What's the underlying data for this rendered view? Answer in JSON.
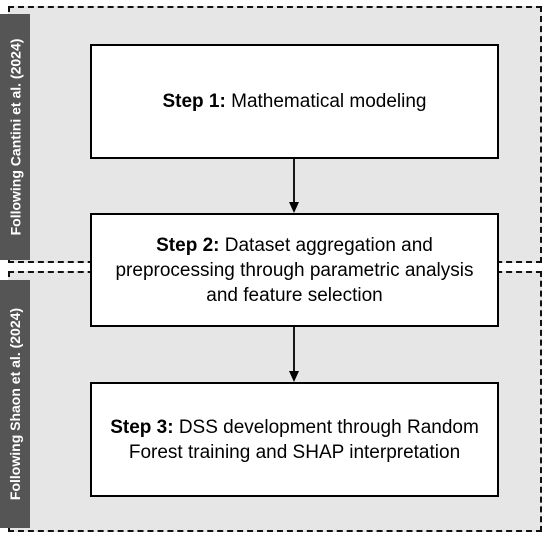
{
  "groups": {
    "top_label": "Following Cantini et al. (2024)",
    "bottom_label": "Following Shaon et al. (2024)"
  },
  "steps": [
    {
      "title": "Step 1:",
      "text": "Mathematical modeling"
    },
    {
      "title": "Step 2:",
      "text": "Dataset aggregation and preprocessing through parametric analysis and feature selection"
    },
    {
      "title": "Step 3:",
      "text": "DSS development through Random Forest training and SHAP interpretation"
    }
  ]
}
